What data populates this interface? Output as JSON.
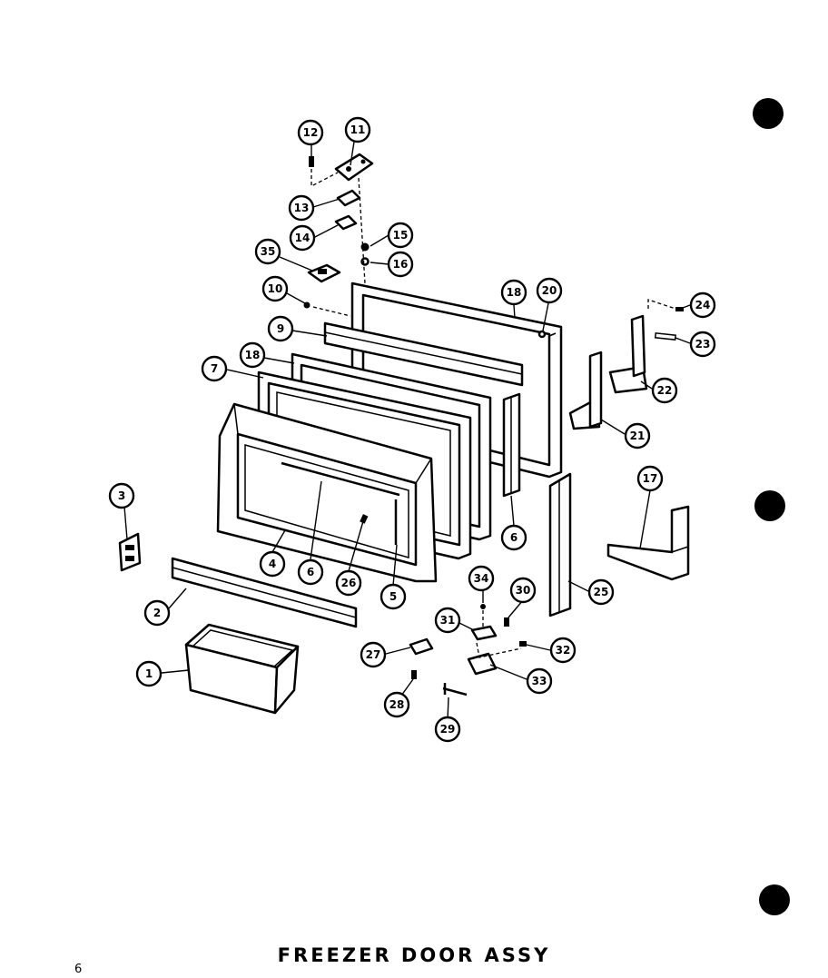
{
  "title": "FREEZER DOOR ASSY",
  "page_number": "6",
  "callouts": [
    {
      "id": "c1",
      "label": "1"
    },
    {
      "id": "c2",
      "label": "2"
    },
    {
      "id": "c3",
      "label": "3"
    },
    {
      "id": "c4",
      "label": "4"
    },
    {
      "id": "c5",
      "label": "5"
    },
    {
      "id": "c6a",
      "label": "6"
    },
    {
      "id": "c6b",
      "label": "6"
    },
    {
      "id": "c7",
      "label": "7"
    },
    {
      "id": "c9",
      "label": "9"
    },
    {
      "id": "c10",
      "label": "10"
    },
    {
      "id": "c11",
      "label": "11"
    },
    {
      "id": "c12",
      "label": "12"
    },
    {
      "id": "c13",
      "label": "13"
    },
    {
      "id": "c14",
      "label": "14"
    },
    {
      "id": "c15",
      "label": "15"
    },
    {
      "id": "c16",
      "label": "16"
    },
    {
      "id": "c17",
      "label": "17"
    },
    {
      "id": "c18a",
      "label": "18"
    },
    {
      "id": "c18b",
      "label": "18"
    },
    {
      "id": "c20",
      "label": "20"
    },
    {
      "id": "c21",
      "label": "21"
    },
    {
      "id": "c22",
      "label": "22"
    },
    {
      "id": "c23",
      "label": "23"
    },
    {
      "id": "c24",
      "label": "24"
    },
    {
      "id": "c25",
      "label": "25"
    },
    {
      "id": "c26",
      "label": "26"
    },
    {
      "id": "c27",
      "label": "27"
    },
    {
      "id": "c28",
      "label": "28"
    },
    {
      "id": "c29",
      "label": "29"
    },
    {
      "id": "c30",
      "label": "30"
    },
    {
      "id": "c31",
      "label": "31"
    },
    {
      "id": "c32",
      "label": "32"
    },
    {
      "id": "c33",
      "label": "33"
    },
    {
      "id": "c34",
      "label": "34"
    },
    {
      "id": "c35",
      "label": "35"
    }
  ]
}
